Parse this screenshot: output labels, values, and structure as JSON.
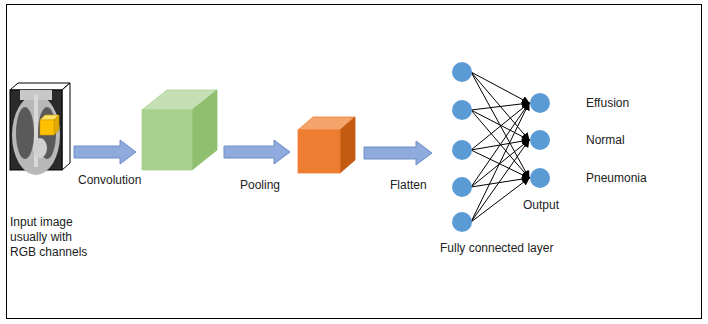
{
  "diagram": {
    "nodes": [
      {
        "text": [
          "Input image usually with RGB channels"
        ]
      },
      {
        "text": [
          "Fully connected layer"
        ]
      }
    ],
    "labels": [
      "Convolution",
      "Pooling",
      "Flatten",
      "Output",
      "Effusion",
      "Normal",
      "Pneumonia"
    ]
  }
}
